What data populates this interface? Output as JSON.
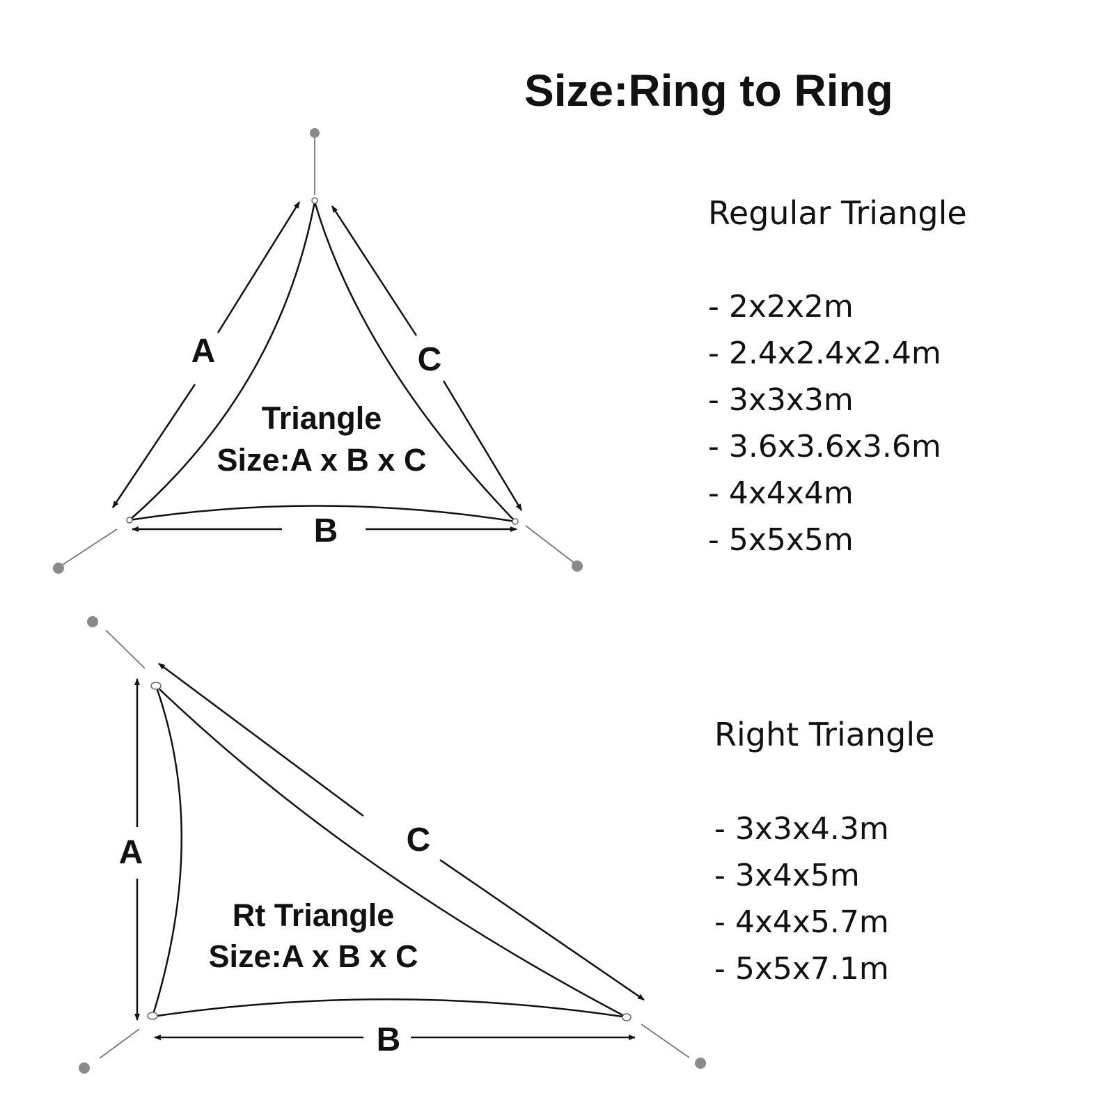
{
  "title": "Size:Ring to Ring",
  "regular": {
    "heading": "Regular Triangle",
    "diagram": {
      "edge_a": "A",
      "edge_b": "B",
      "edge_c": "C",
      "name": "Triangle",
      "size": "Size:A x B x C"
    },
    "sizes": [
      "- 2x2x2m",
      "- 2.4x2.4x2.4m",
      "- 3x3x3m",
      "- 3.6x3.6x3.6m",
      "- 4x4x4m",
      "- 5x5x5m"
    ]
  },
  "right": {
    "heading": "Right Triangle",
    "diagram": {
      "edge_a": "A",
      "edge_b": "B",
      "edge_c": "C",
      "name": "Rt Triangle",
      "size": "Size:A x B x C"
    },
    "sizes": [
      "- 3x3x4.3m",
      "- 3x4x5m",
      "- 4x4x5.7m",
      "- 5x5x7.1m"
    ]
  },
  "colors": {
    "ink": "#111111",
    "rope": "#777777",
    "anchor": "#8a8a8a"
  }
}
